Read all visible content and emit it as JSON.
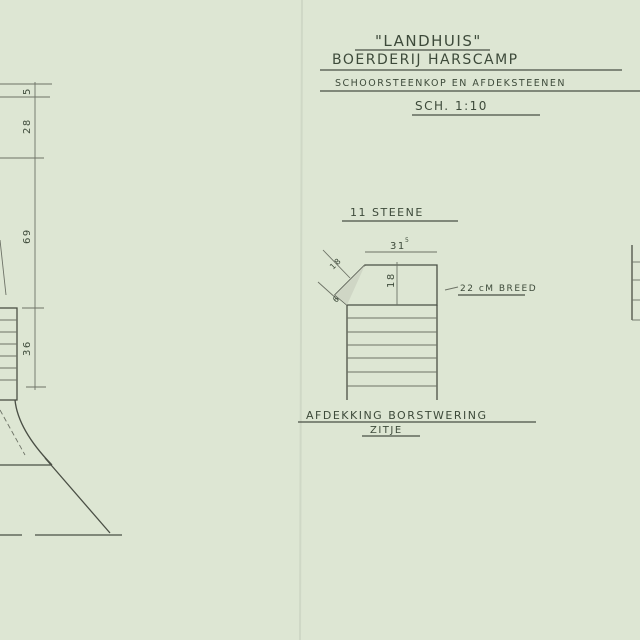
{
  "title_block": {
    "line1": "\"LANDHUIS\"",
    "line2": "BOERDERIJ HARSCAMP",
    "line3": "SCHOORSTEENKOP EN AFDEKSTEENEN",
    "scale": "SCH. 1:10"
  },
  "left_detail": {
    "dimensions": [
      "5",
      "28",
      "69",
      "36"
    ]
  },
  "middle_detail": {
    "heading": "11 STEENE",
    "dim_top": "31",
    "dim_top_sup": "5",
    "dim_diag": "18",
    "dim_small": "6",
    "dim_height": "18",
    "callout": "22 cM BREED",
    "caption1": "AFDEKKING BORSTWERING",
    "caption2": "ZITJE"
  },
  "colors": {
    "paper": "#dde6d3",
    "ink": "#4a4f45"
  }
}
